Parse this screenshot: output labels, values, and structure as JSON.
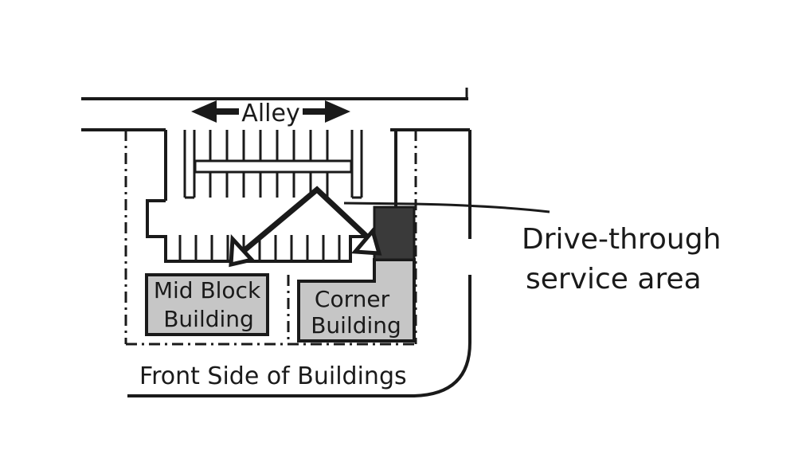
{
  "labels": {
    "alley": "Alley",
    "mid_block_line1": "Mid Block",
    "mid_block_line2": "Building",
    "corner_line1": "Corner",
    "corner_line2": "Building",
    "drive_through_line1": "Drive-through",
    "drive_through_line2": "service area",
    "front_side": "Front Side of Buildings"
  },
  "colors": {
    "ink": "#1a1a1a",
    "building_fill": "#c6c6c6",
    "service_area_fill": "#3a3a3a",
    "background": "#ffffff"
  }
}
